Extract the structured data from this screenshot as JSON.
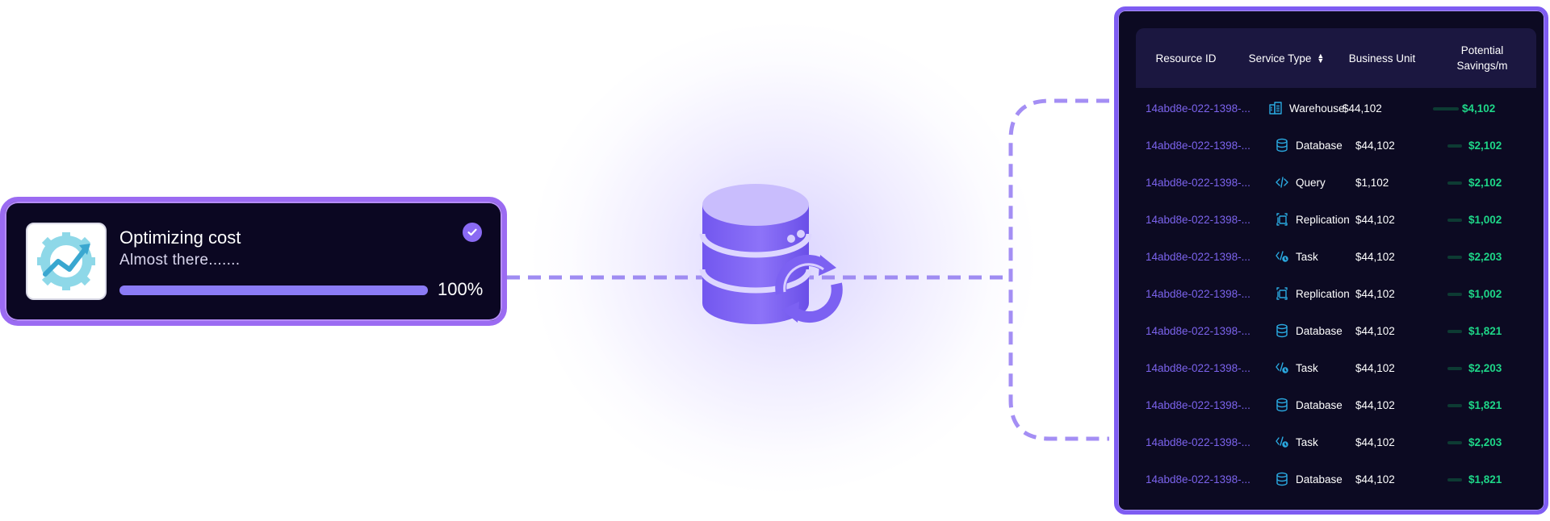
{
  "colors": {
    "accent": "#8a6af3",
    "card_border": "#9b6bf2",
    "panel_bg": "#0c0a22",
    "link": "#7b63ec",
    "savings": "#1ed688",
    "icon_cyan": "#2aa9e0"
  },
  "optimize_card": {
    "title": "Optimizing cost",
    "subtitle": "Almost there.......",
    "progress": 1.0,
    "progress_label": "100%",
    "thumbnail_icon": "gear-chart-icon",
    "status_icon": "check-circle-icon"
  },
  "center_icon": "database-refresh-icon",
  "table": {
    "columns": [
      {
        "key": "id",
        "label": "Resource ID"
      },
      {
        "key": "service",
        "label": "Service Type",
        "sortable": true,
        "sort_icon": "sort-icon"
      },
      {
        "key": "bu",
        "label": "Business Unit"
      },
      {
        "key": "savings",
        "label": "Potential Savings/m"
      }
    ],
    "rows": [
      {
        "id": "14abd8e-022-1398-...",
        "service": "Warehouse",
        "icon": "warehouse-icon",
        "bu": "$44,102",
        "savings": "$4,102"
      },
      {
        "id": "14abd8e-022-1398-...",
        "service": "Database",
        "icon": "database-icon",
        "bu": "$44,102",
        "savings": "$2,102"
      },
      {
        "id": "14abd8e-022-1398-...",
        "service": "Query",
        "icon": "code-icon",
        "bu": "$1,102",
        "savings": "$2,102"
      },
      {
        "id": "14abd8e-022-1398-...",
        "service": "Replication",
        "icon": "replication-icon",
        "bu": "$44,102",
        "savings": "$1,002"
      },
      {
        "id": "14abd8e-022-1398-...",
        "service": "Task",
        "icon": "task-icon",
        "bu": "$44,102",
        "savings": "$2,203"
      },
      {
        "id": "14abd8e-022-1398-...",
        "service": "Replication",
        "icon": "replication-icon",
        "bu": "$44,102",
        "savings": "$1,002"
      },
      {
        "id": "14abd8e-022-1398-...",
        "service": "Database",
        "icon": "database-icon",
        "bu": "$44,102",
        "savings": "$1,821"
      },
      {
        "id": "14abd8e-022-1398-...",
        "service": "Task",
        "icon": "task-icon",
        "bu": "$44,102",
        "savings": "$2,203"
      },
      {
        "id": "14abd8e-022-1398-...",
        "service": "Database",
        "icon": "database-icon",
        "bu": "$44,102",
        "savings": "$1,821"
      },
      {
        "id": "14abd8e-022-1398-...",
        "service": "Task",
        "icon": "task-icon",
        "bu": "$44,102",
        "savings": "$2,203"
      },
      {
        "id": "14abd8e-022-1398-...",
        "service": "Database",
        "icon": "database-icon",
        "bu": "$44,102",
        "savings": "$1,821"
      }
    ]
  }
}
